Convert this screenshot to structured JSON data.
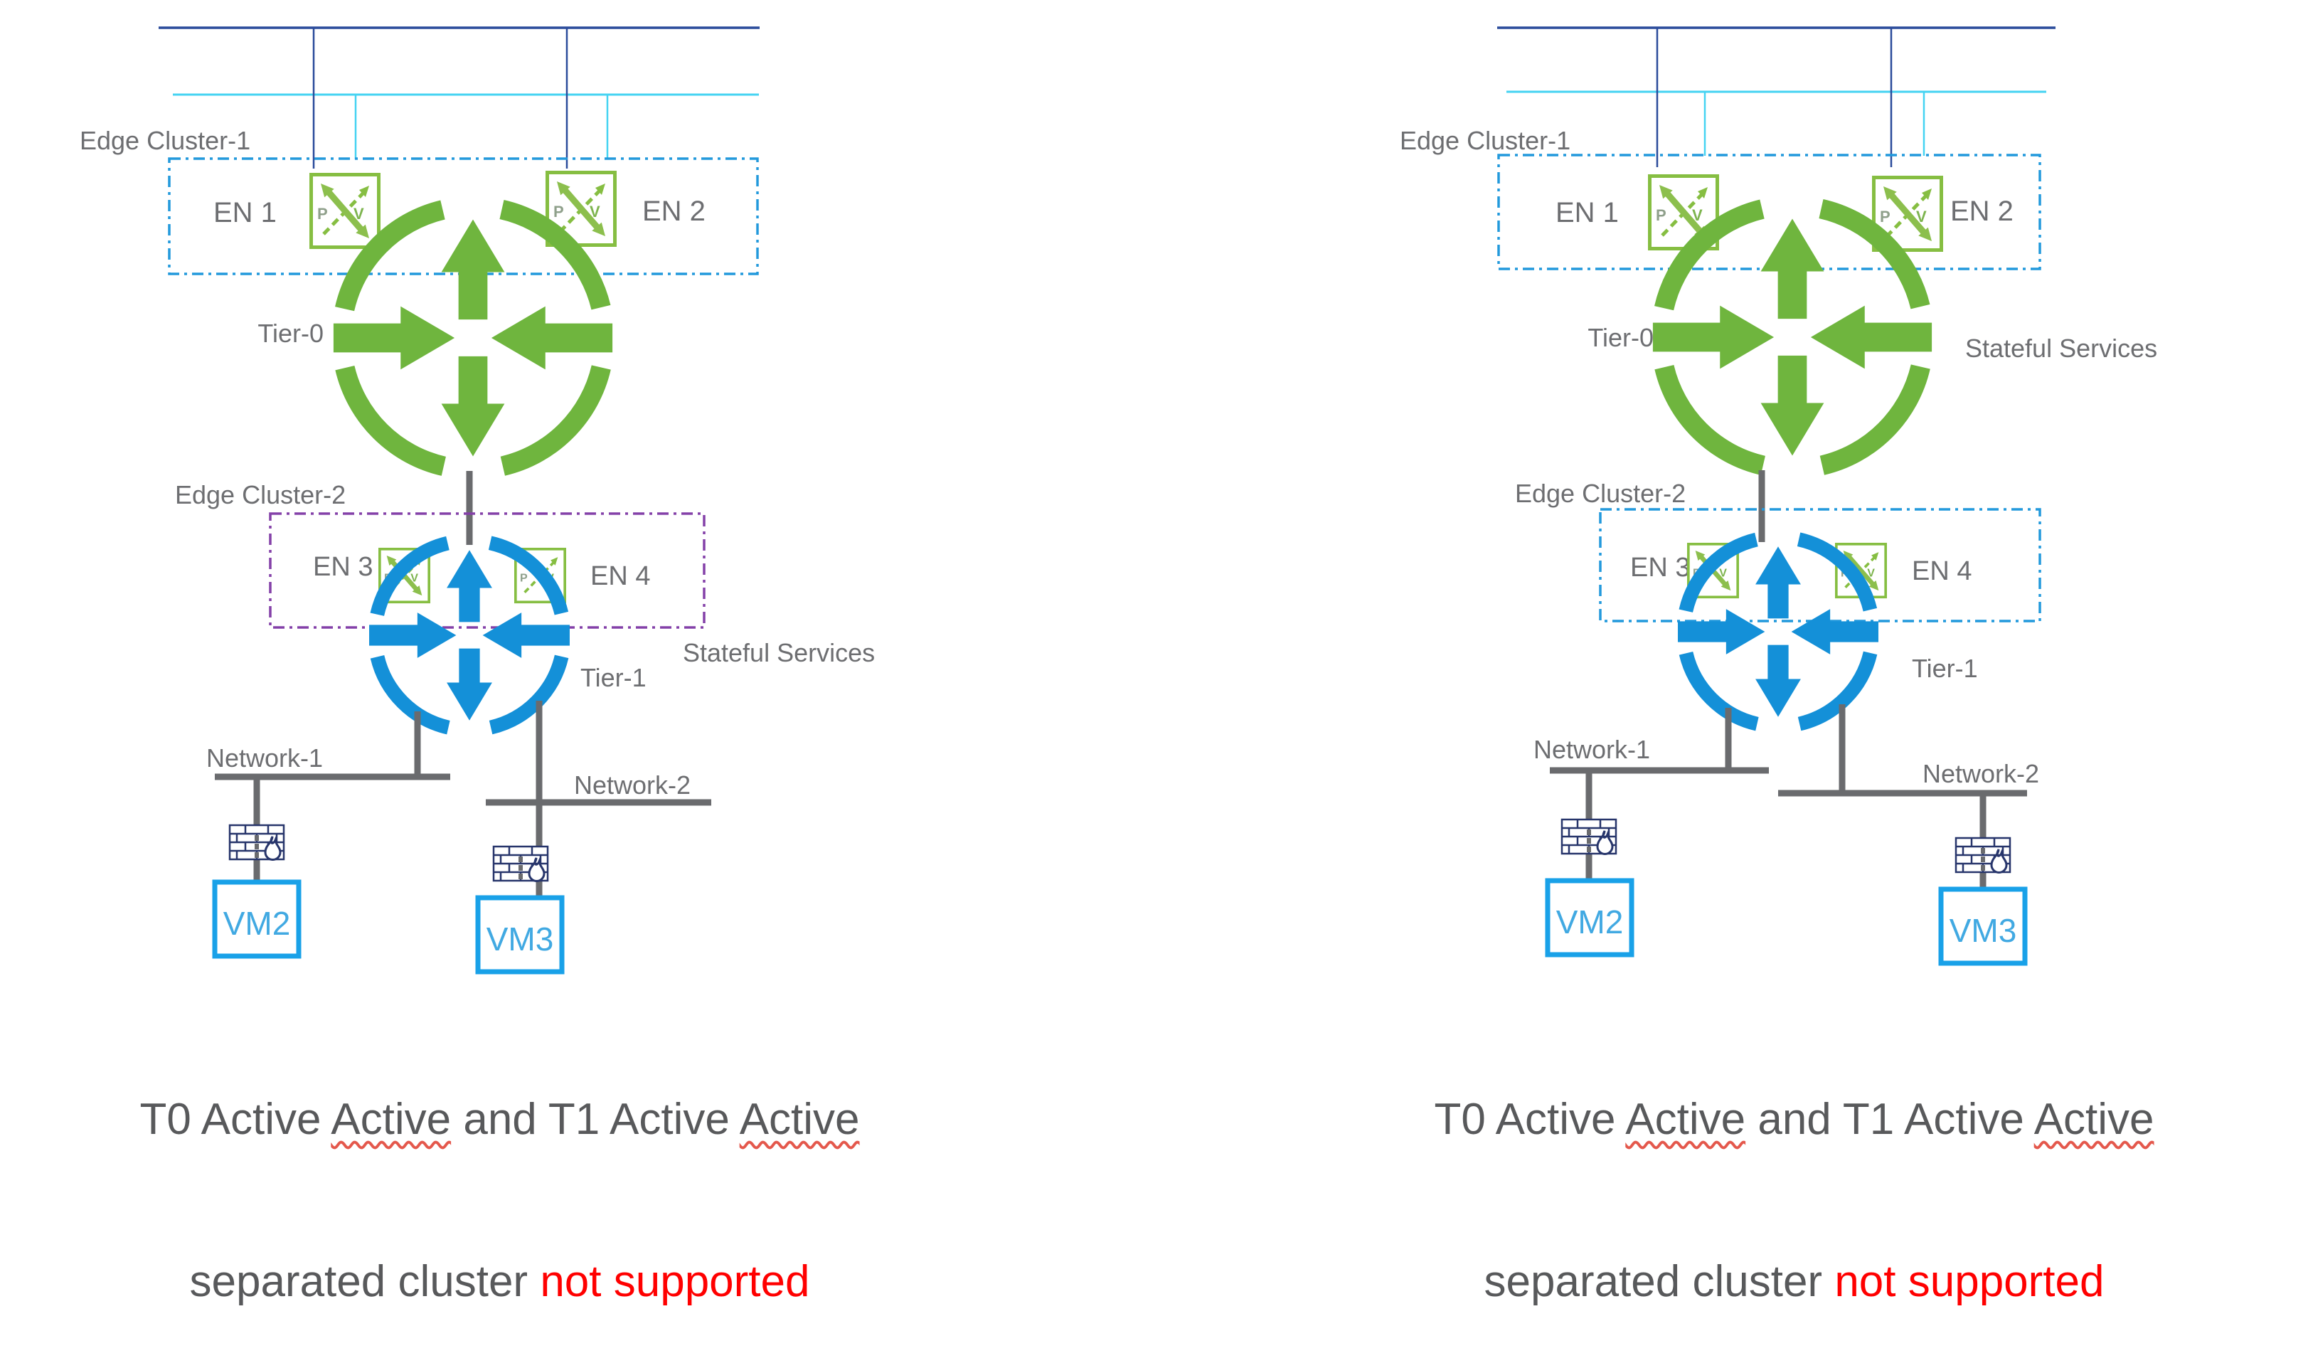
{
  "colors": {
    "navy_link": "#2A4B9B",
    "cyan_link": "#44D3F2",
    "cluster_box_blue": "#2299DC",
    "cluster_box_purple": "#8440A8",
    "tier0_green": "#6FB53E",
    "tier1_blue": "#1490D8",
    "pv_icon_green": "#86BE42",
    "vm_border_blue": "#19A1E8",
    "vm_text_blue": "#41A9E2",
    "firewall_navy": "#27356B",
    "label_gray": "#6D6E71",
    "line_gray": "#6A6B6E",
    "caption_gray": "#58595B",
    "caption_red": "#FF0000"
  },
  "icons": {
    "router": "nsx-gateway-router-circle-arrows",
    "pv": "physical-virtual-crossed-arrows",
    "firewall": "firewall-brick-wall-with-flame"
  },
  "diagrams": [
    {
      "side": "left",
      "edge_cluster_1": {
        "label": "Edge Cluster-1",
        "en1": "EN 1",
        "en2": "EN 2"
      },
      "tier0": {
        "label": "Tier-0"
      },
      "edge_cluster_2": {
        "label": "Edge Cluster-2",
        "en3": "EN 3",
        "en4": "EN 4",
        "box_color": "purple"
      },
      "tier1": {
        "label": "Tier-1"
      },
      "stateful_services": {
        "label": "Stateful Services",
        "position": "beside-tier1"
      },
      "network1": {
        "label": "Network-1",
        "vm": "VM2"
      },
      "network2": {
        "label": "Network-2",
        "vm": "VM3"
      },
      "caption": {
        "l1a": "T0 Active ",
        "l1b": "Active",
        "l1c": " and T1 Active ",
        "l1d": "Active",
        "l2a": "separated cluster ",
        "l2b": "not supported"
      }
    },
    {
      "side": "right",
      "edge_cluster_1": {
        "label": "Edge Cluster-1",
        "en1": "EN 1",
        "en2": "EN 2"
      },
      "tier0": {
        "label": "Tier-0"
      },
      "edge_cluster_2": {
        "label": "Edge Cluster-2",
        "en3": "EN 3",
        "en4": "EN 4",
        "box_color": "blue"
      },
      "tier1": {
        "label": "Tier-1"
      },
      "stateful_services": {
        "label": "Stateful Services",
        "position": "beside-tier0"
      },
      "network1": {
        "label": "Network-1",
        "vm": "VM2"
      },
      "network2": {
        "label": "Network-2",
        "vm": "VM3"
      },
      "caption": {
        "l1a": "T0 Active ",
        "l1b": "Active",
        "l1c": " and T1 Active ",
        "l1d": "Active",
        "l2a": "separated cluster ",
        "l2b": "not supported"
      }
    }
  ]
}
